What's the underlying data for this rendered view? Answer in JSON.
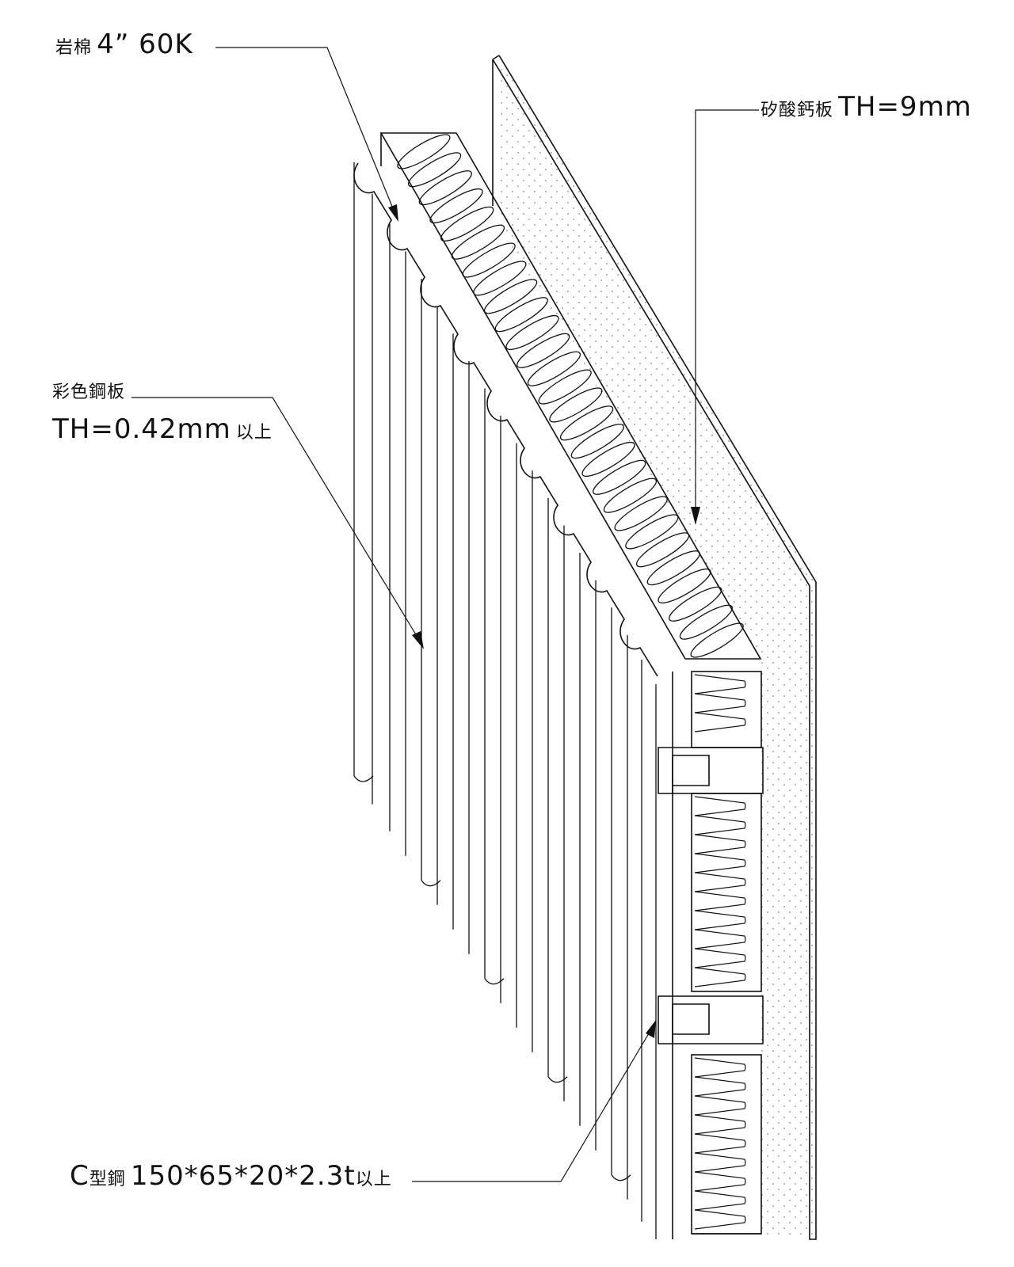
{
  "labels": {
    "rockwool": {
      "text_cjk": "岩棉",
      "text_spec": "4” 60K"
    },
    "calcium_silicate": {
      "text_cjk": "矽酸鈣板",
      "text_spec": "TH=9mm"
    },
    "color_steel": {
      "text_cjk": "彩色鋼板",
      "text_spec": "TH=0.42mm",
      "text_suffix": "以上"
    },
    "c_channel": {
      "text_prefix": "C",
      "text_cjk": "型鋼",
      "text_spec": "150*65*20*2.3t",
      "text_suffix": "以上"
    }
  },
  "colors": {
    "line": "#111111",
    "background": "#ffffff",
    "dots": "#8a8a8a"
  }
}
